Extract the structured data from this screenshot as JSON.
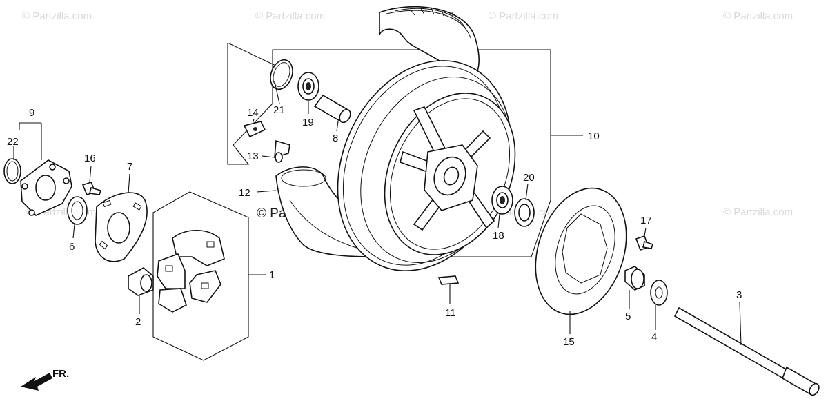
{
  "watermarks": {
    "corner_text": "© Partzilla.com",
    "center_text": "© Partzilla.com"
  },
  "direction_marker": "FR.",
  "callouts": {
    "p1": "1",
    "p2": "2",
    "p3": "3",
    "p4": "4",
    "p5": "5",
    "p6": "6",
    "p7": "7",
    "p8": "8",
    "p9": "9",
    "p10": "10",
    "p11": "11",
    "p12": "12",
    "p13": "13",
    "p14": "14",
    "p15": "15",
    "p16": "16",
    "p17": "17",
    "p18": "18",
    "p19": "19",
    "p20": "20",
    "p21": "21",
    "p22": "22"
  }
}
